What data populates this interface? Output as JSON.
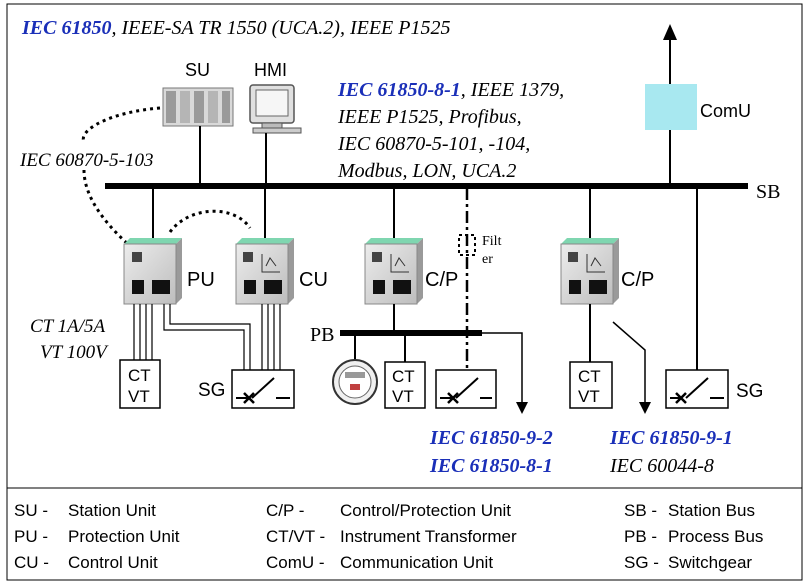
{
  "header": {
    "std_main": "IEC 61850",
    "std_rest": ", IEEE-SA TR 1550 (UCA.2), IEEE P1525"
  },
  "station": {
    "su_label": "SU",
    "hmi_label": "HMI",
    "comu_label": "ComU",
    "protocols_line1_blue": "IEC 61850-8-1",
    "protocols_line1_rest": ", IEEE 1379,",
    "protocols_line2": "IEEE P1525, Profibus,",
    "protocols_line3": "IEC 60870-5-101, -104,",
    "protocols_line4": "Modbus, LON, UCA.2",
    "iec103": "IEC 60870-5-103",
    "sb_label": "SB"
  },
  "bay": {
    "pu_label": "PU",
    "cu_label": "CU",
    "cp1_label": "C/P",
    "cp2_label": "C/P",
    "filter_label_1": "Filt",
    "filter_label_2": "er",
    "pb_label": "PB",
    "ct_rating": "CT 1A/5A",
    "vt_rating": "VT 100V",
    "ctvt_ct": "CT",
    "ctvt_vt": "VT",
    "sg_label": "SG"
  },
  "standards_bottom": {
    "left_line1": "IEC 61850-9-2",
    "left_line2": "IEC 61850-8-1",
    "right_line1": "IEC 61850-9-1",
    "right_line2": "IEC 60044-8"
  },
  "legend": {
    "col1": [
      {
        "abbr": "SU -",
        "text": "Station Unit"
      },
      {
        "abbr": "PU -",
        "text": "Protection Unit"
      },
      {
        "abbr": "CU -",
        "text": "Control Unit"
      }
    ],
    "col2": [
      {
        "abbr": "C/P -",
        "text": "Control/Protection Unit"
      },
      {
        "abbr": "CT/VT -",
        "text": "Instrument Transformer"
      },
      {
        "abbr": "ComU -",
        "text": "Communication Unit"
      }
    ],
    "col3": [
      {
        "abbr": "SB -",
        "text": "Station Bus"
      },
      {
        "abbr": "PB -",
        "text": "Process Bus"
      },
      {
        "abbr": "SG -",
        "text": "Switchgear"
      }
    ]
  },
  "colors": {
    "blue_text": "#1a2fb8",
    "comu_fill": "#a8e8f0",
    "device_top": "#7fd6b0",
    "device_body": "#d6d6d6"
  }
}
